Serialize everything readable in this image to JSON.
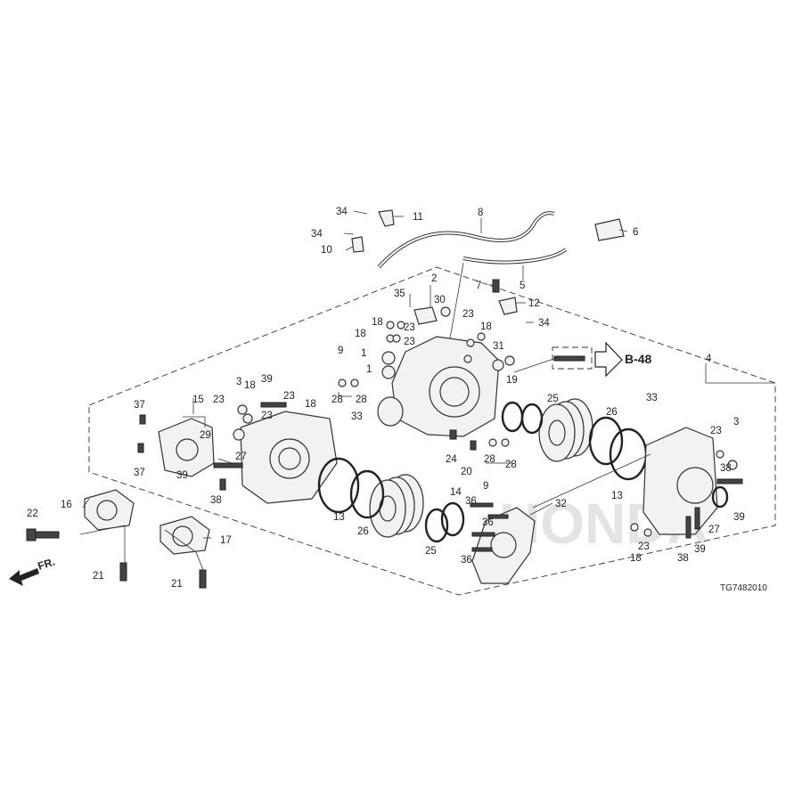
{
  "diagram_code": "TG7482010",
  "ref_label": "B-48",
  "fr_label": "FR.",
  "watermark": "HONDA",
  "callouts": [
    "1",
    "2",
    "3",
    "4",
    "5",
    "6",
    "7",
    "8",
    "9",
    "10",
    "11",
    "12",
    "13",
    "14",
    "15",
    "16",
    "17",
    "18",
    "19",
    "20",
    "21",
    "22",
    "23",
    "24",
    "25",
    "26",
    "27",
    "28",
    "29",
    "30",
    "31",
    "32",
    "33",
    "34",
    "35",
    "36",
    "37",
    "38",
    "39"
  ]
}
